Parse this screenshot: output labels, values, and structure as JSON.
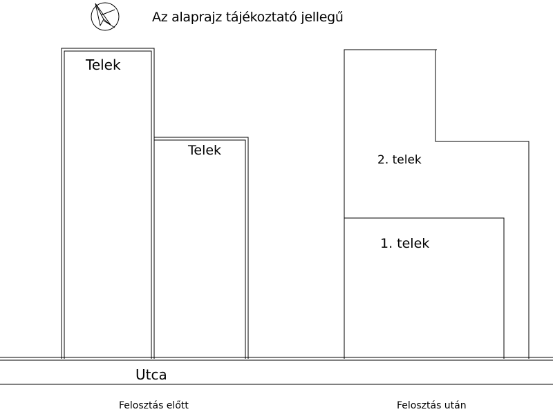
{
  "header": {
    "note": "Az alaprajz tájékoztató jellegű"
  },
  "before": {
    "plot_a_label": "Telek",
    "plot_b_label": "Telek",
    "caption": "Felosztás előtt"
  },
  "after": {
    "plot_2_label": "2. telek",
    "plot_1_label": "1. telek",
    "caption": "Felosztás után"
  },
  "street": {
    "label": "Utca"
  },
  "icons": {
    "compass": "north-arrow-icon"
  },
  "colors": {
    "line": "#000000",
    "background": "#ffffff"
  }
}
